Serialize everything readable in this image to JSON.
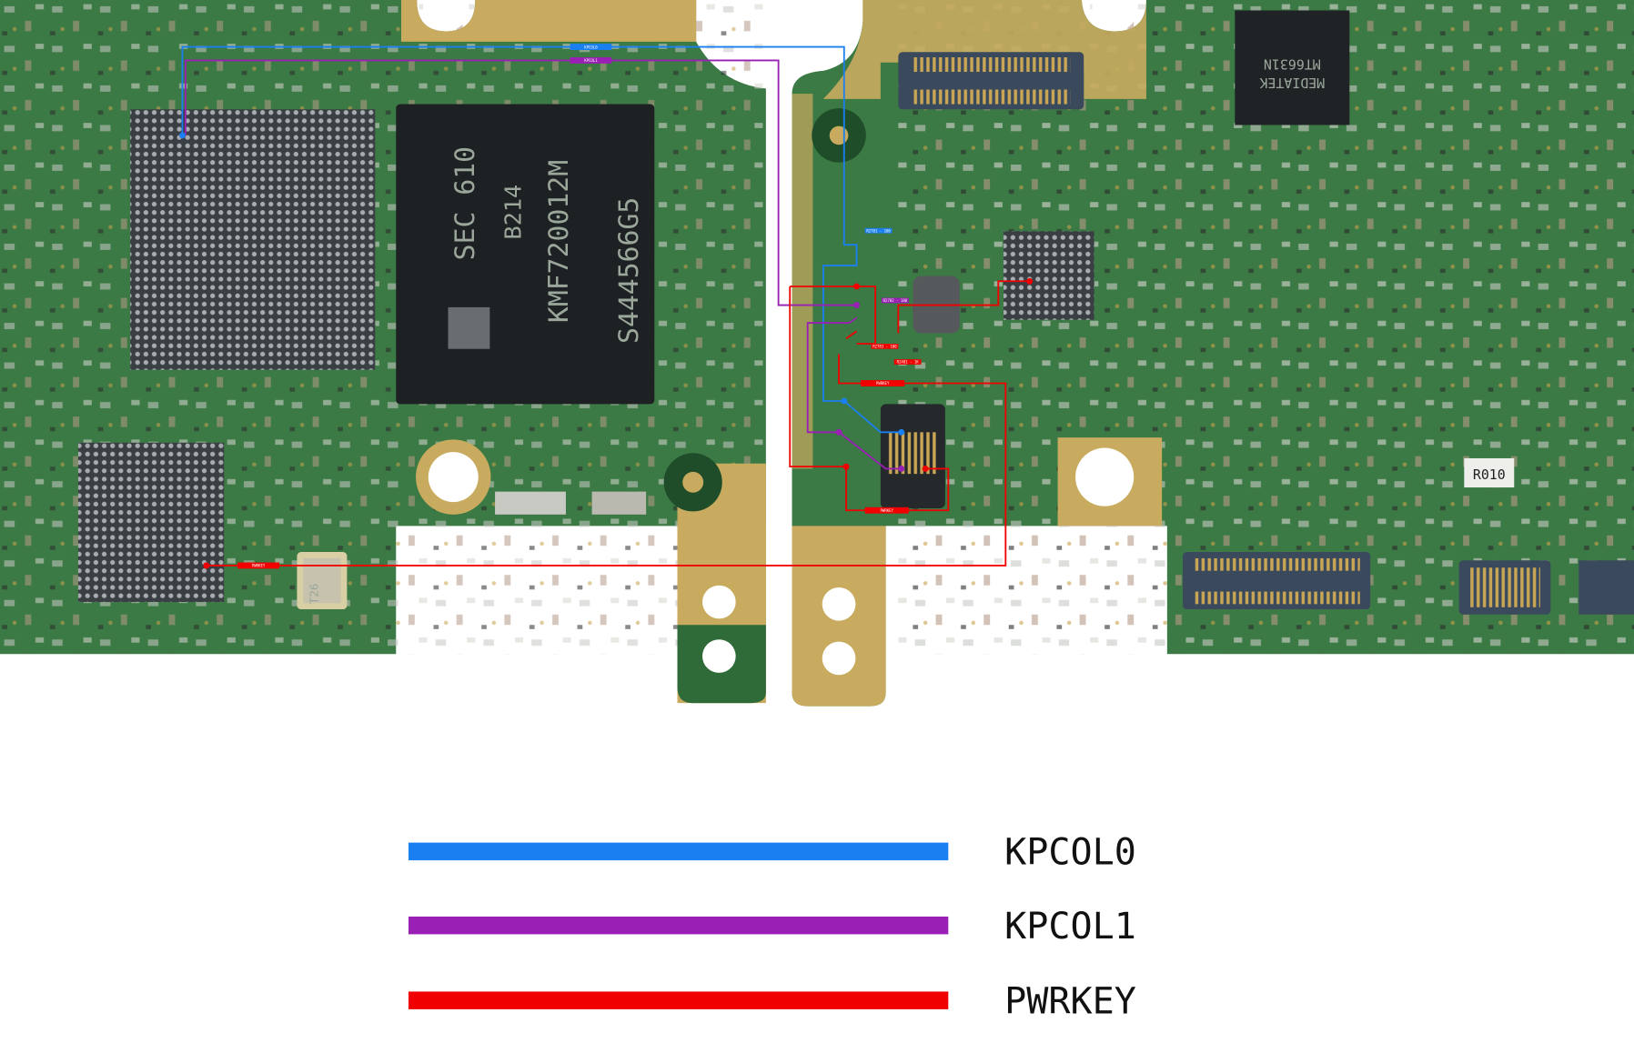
{
  "legend": [
    {
      "label": "KPCOL0",
      "color": "#1a7ff0"
    },
    {
      "label": "KPCOL1",
      "color": "#9a1fb4"
    },
    {
      "label": "PWRKEY",
      "color": "#f00000"
    }
  ],
  "net_tags": {
    "kpcol0_top": "KPCOL0",
    "kpcol1_top": "KPCOL1",
    "pwrkey_left": "PWRKEY",
    "pwrkey_mid": "PWRKEY",
    "pwrkey_conn": "PWRKEY",
    "r_blue": "R2781 - 100",
    "r_purple": "R2782 - 100",
    "r_red1": "R2783 - 100",
    "r_red2": "R2481 - 1K"
  },
  "silkscreen": {
    "emmc_line1": "SEC 610",
    "emmc_line2": "B214",
    "emmc_line3": "KMF720012M",
    "emmc_line4": "S444566G5",
    "mtk_line1": "MEDIATEK",
    "mtk_line2": "MT6631N",
    "crystal": "T26",
    "r010": "R010"
  },
  "colors": {
    "board": "#3c7a45",
    "gold": "#c8ab5e"
  }
}
